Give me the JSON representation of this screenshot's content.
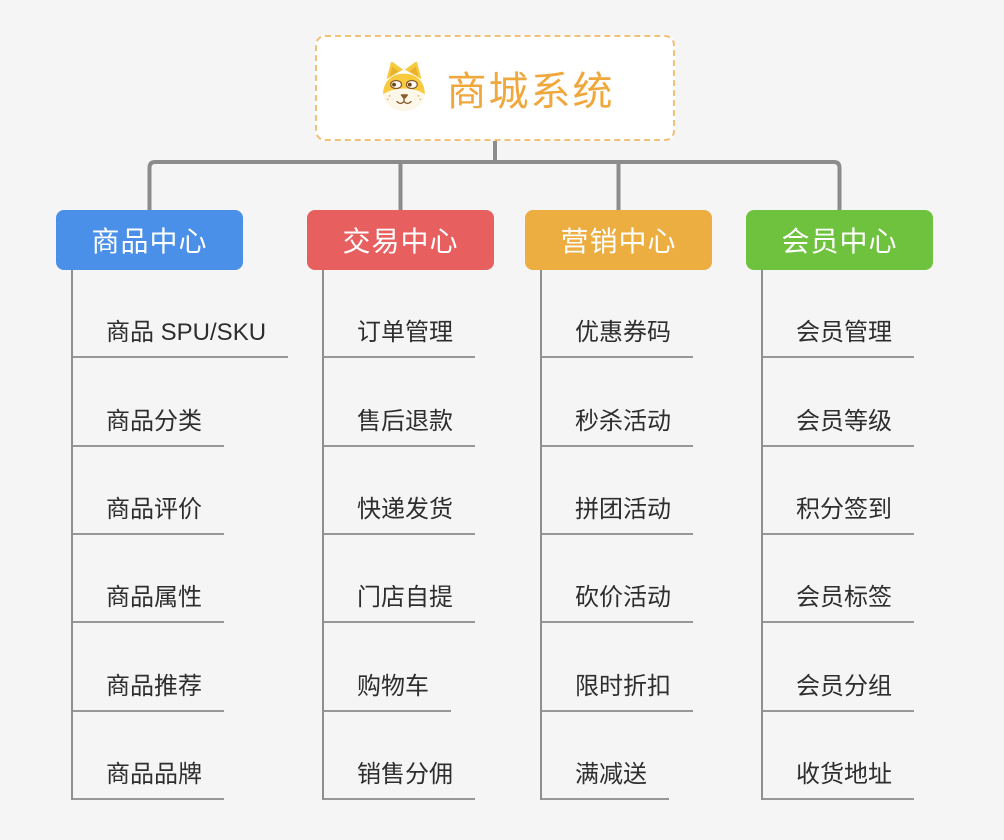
{
  "root": {
    "label": "商城系统",
    "icon": "shiba-dog-icon",
    "text_color": "#f0a73c",
    "border_color": "#f2c077"
  },
  "branches": [
    {
      "label": "商品中心",
      "color": "#4a90e8",
      "items": [
        "商品 SPU/SKU",
        "商品分类",
        "商品评价",
        "商品属性",
        "商品推荐",
        "商品品牌"
      ]
    },
    {
      "label": "交易中心",
      "color": "#e75f5f",
      "items": [
        "订单管理",
        "售后退款",
        "快递发货",
        "门店自提",
        "购物车",
        "销售分佣"
      ]
    },
    {
      "label": "营销中心",
      "color": "#ecad41",
      "items": [
        "优惠券码",
        "秒杀活动",
        "拼团活动",
        "砍价活动",
        "限时折扣",
        "满减送"
      ]
    },
    {
      "label": "会员中心",
      "color": "#6ec23e",
      "items": [
        "会员管理",
        "会员等级",
        "积分签到",
        "会员标签",
        "会员分组",
        "收货地址"
      ]
    }
  ],
  "connector_color": "#8c8c8c",
  "background_color": "#f5f5f6"
}
